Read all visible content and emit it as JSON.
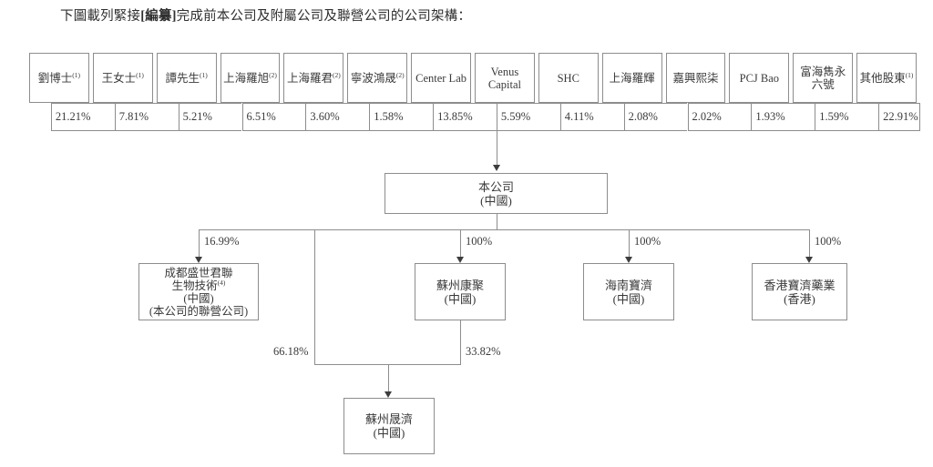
{
  "intro": {
    "before": "下圖載列緊接",
    "bracket": "[編纂]",
    "after": "完成前本公司及附屬公司及聯營公司的公司架構："
  },
  "shareholders": [
    {
      "name": "劉博士",
      "note": "(1)",
      "pct": "21.21%"
    },
    {
      "name": "王女士",
      "note": "(1)",
      "pct": "7.81%"
    },
    {
      "name": "譚先生",
      "note": "(1)",
      "pct": "5.21%"
    },
    {
      "name": "上海羅旭",
      "note": "(2)",
      "pct": "6.51%"
    },
    {
      "name": "上海羅君",
      "note": "(2)",
      "pct": "3.60%"
    },
    {
      "name": "寧波鴻晟",
      "note": "(2)",
      "pct": "1.58%"
    },
    {
      "name": "Center Lab",
      "note": "",
      "pct": "13.85%"
    },
    {
      "name": "Venus Capital",
      "note": "",
      "pct": "5.59%"
    },
    {
      "name": "SHC",
      "note": "",
      "pct": "4.11%"
    },
    {
      "name": "上海羅輝",
      "note": "",
      "pct": "2.08%"
    },
    {
      "name": "嘉興熙柒",
      "note": "",
      "pct": "2.02%"
    },
    {
      "name": "PCJ Bao",
      "note": "",
      "pct": "1.93%"
    },
    {
      "name": "富海雋永六號",
      "note": "",
      "pct": "1.59%"
    },
    {
      "name": "其他股東",
      "note": "(1)",
      "pct": "22.91%"
    }
  ],
  "company": {
    "name": "本公司",
    "place": "(中國)"
  },
  "tier2": {
    "associate": {
      "line1": "成都盛世君聯",
      "line2": "生物技術",
      "note": "(4)",
      "place": "(中國)",
      "relation": "(本公司的聯營公司)",
      "pct": "16.99%"
    },
    "subsidiaries": [
      {
        "name": "蘇州康聚",
        "place": "(中國)",
        "pct": "100%"
      },
      {
        "name": "海南寶濟",
        "place": "(中國)",
        "pct": "100%"
      },
      {
        "name": "香港寶濟藥業",
        "place": "(香港)",
        "pct": "100%"
      }
    ]
  },
  "tier3": {
    "entity": {
      "name": "蘇州晟濟",
      "place": "(中國)"
    },
    "pct_left": "66.18%",
    "pct_right": "33.82%"
  }
}
